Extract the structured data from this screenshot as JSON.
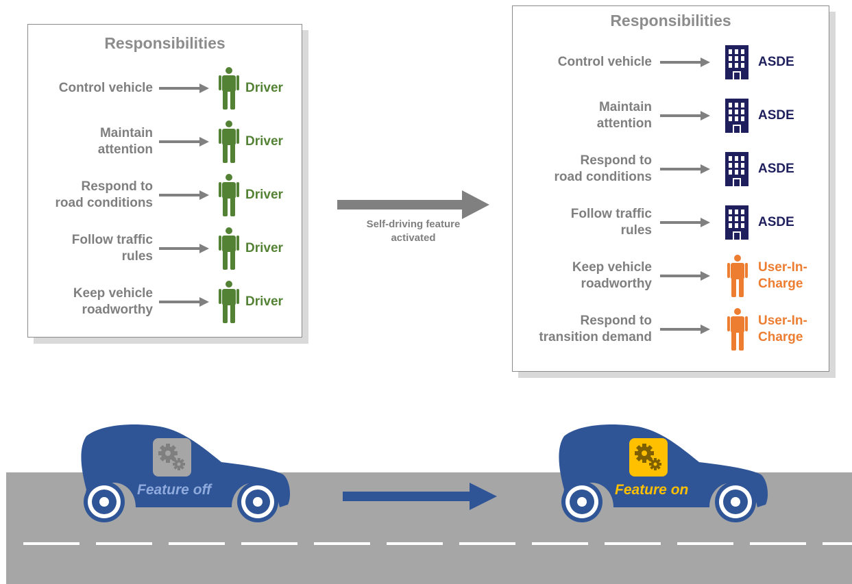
{
  "before_panel": {
    "title": "Responsibilities",
    "rows": [
      {
        "label": [
          "Control vehicle"
        ],
        "actor": "Driver"
      },
      {
        "label": [
          "Maintain",
          "attention"
        ],
        "actor": "Driver"
      },
      {
        "label": [
          "Respond to",
          "road conditions"
        ],
        "actor": "Driver"
      },
      {
        "label": [
          "Follow traffic",
          "rules"
        ],
        "actor": "Driver"
      },
      {
        "label": [
          "Keep vehicle",
          "roadworthy"
        ],
        "actor": "Driver"
      }
    ]
  },
  "transition": {
    "label_line1": "Self-driving feature",
    "label_line2": "activated"
  },
  "after_panel": {
    "title": "Responsibilities",
    "rows": [
      {
        "label": [
          "Control vehicle"
        ],
        "actor": [
          "ASDE"
        ],
        "actor_type": "building"
      },
      {
        "label": [
          "Maintain",
          "attention"
        ],
        "actor": [
          "ASDE"
        ],
        "actor_type": "building"
      },
      {
        "label": [
          "Respond to",
          "road conditions"
        ],
        "actor": [
          "ASDE"
        ],
        "actor_type": "building"
      },
      {
        "label": [
          "Follow traffic",
          "rules"
        ],
        "actor": [
          "ASDE"
        ],
        "actor_type": "building"
      },
      {
        "label": [
          "Keep vehicle",
          "roadworthy"
        ],
        "actor": [
          "User-In-",
          "Charge"
        ],
        "actor_type": "person"
      },
      {
        "label": [
          "Respond to",
          "transition demand"
        ],
        "actor": [
          "User-In-",
          "Charge"
        ],
        "actor_type": "person"
      }
    ]
  },
  "cars": {
    "before_state": "Feature off",
    "after_state": "Feature on"
  },
  "icons": {
    "driver": "person-icon",
    "asde": "building-icon",
    "user_in_charge": "person-icon",
    "feature": "gears-icon"
  },
  "colors": {
    "driver": "#548235",
    "asde": "#1f1f5e",
    "user_in_charge": "#ed7d31",
    "label_gray": "#7f7f7f",
    "row_arrow": "#808080",
    "car_body": "#2f5597",
    "road": "#a6a6a6",
    "feature_off_badge": "#a6a6a6",
    "feature_on_badge": "#ffc000",
    "feature_off_text": "#8faadc",
    "feature_on_text": "#ffc000"
  }
}
